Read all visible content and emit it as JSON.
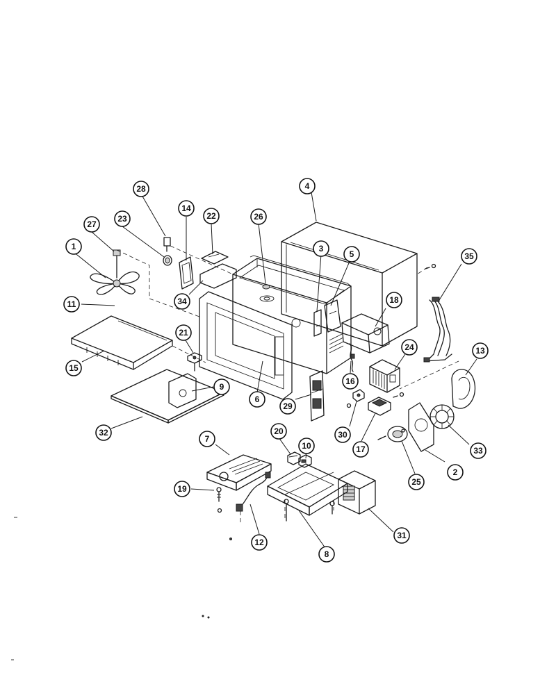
{
  "callouts": [
    {
      "id": "callout-1",
      "label": "1"
    },
    {
      "id": "callout-2",
      "label": "2"
    },
    {
      "id": "callout-3",
      "label": "3"
    },
    {
      "id": "callout-4",
      "label": "4"
    },
    {
      "id": "callout-5",
      "label": "5"
    },
    {
      "id": "callout-6",
      "label": "6"
    },
    {
      "id": "callout-7",
      "label": "7"
    },
    {
      "id": "callout-8",
      "label": "8"
    },
    {
      "id": "callout-9",
      "label": "9"
    },
    {
      "id": "callout-10",
      "label": "10"
    },
    {
      "id": "callout-11",
      "label": "11"
    },
    {
      "id": "callout-12",
      "label": "12"
    },
    {
      "id": "callout-13",
      "label": "13"
    },
    {
      "id": "callout-14",
      "label": "14"
    },
    {
      "id": "callout-15",
      "label": "15"
    },
    {
      "id": "callout-16",
      "label": "16"
    },
    {
      "id": "callout-17",
      "label": "17"
    },
    {
      "id": "callout-18",
      "label": "18"
    },
    {
      "id": "callout-19",
      "label": "19"
    },
    {
      "id": "callout-20",
      "label": "20"
    },
    {
      "id": "callout-21",
      "label": "21"
    },
    {
      "id": "callout-22",
      "label": "22"
    },
    {
      "id": "callout-23",
      "label": "23"
    },
    {
      "id": "callout-24",
      "label": "24"
    },
    {
      "id": "callout-25",
      "label": "25"
    },
    {
      "id": "callout-26",
      "label": "26"
    },
    {
      "id": "callout-27",
      "label": "27"
    },
    {
      "id": "callout-28",
      "label": "28"
    },
    {
      "id": "callout-29",
      "label": "29"
    },
    {
      "id": "callout-30",
      "label": "30"
    },
    {
      "id": "callout-31",
      "label": "31"
    },
    {
      "id": "callout-32",
      "label": "32"
    },
    {
      "id": "callout-33",
      "label": "33"
    },
    {
      "id": "callout-34",
      "label": "34"
    },
    {
      "id": "callout-35",
      "label": "35"
    }
  ]
}
